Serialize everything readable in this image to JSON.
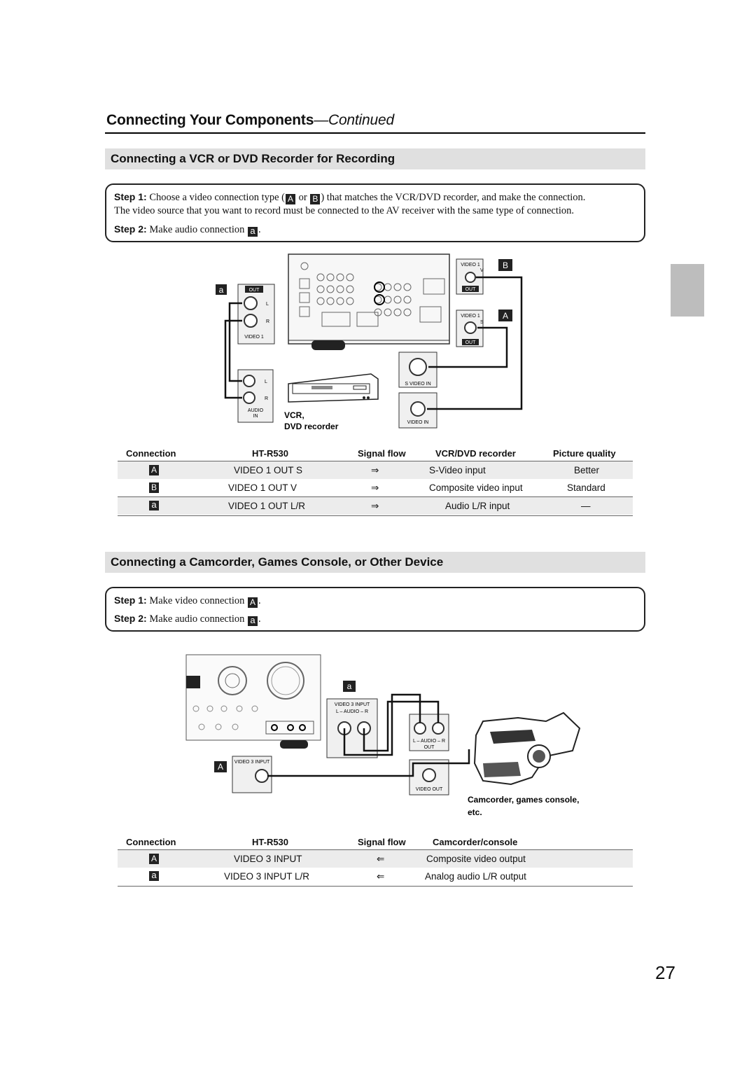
{
  "page": {
    "heading_main": "Connecting Your Components",
    "heading_suffix": "—Continued",
    "page_number": "27"
  },
  "section1": {
    "title": "Connecting a VCR or DVD Recorder for Recording",
    "step1_label": "Step 1:",
    "step1_text_a": "Choose a video connection type (",
    "step1_or": "or",
    "step1_text_b": ") that matches the VCR/DVD recorder, and make the connection.",
    "step1_line2": "The video source that you want to record must be connected to the AV receiver with the same type of connection.",
    "step2_label": "Step 2:",
    "step2_text": "Make audio connection",
    "badge_A": "A",
    "badge_B": "B",
    "badge_a": "a",
    "diagram": {
      "video1": "VIDEO 1",
      "v": "V",
      "s": "S",
      "out": "OUT",
      "l": "L",
      "r": "R",
      "audio": "AUDIO",
      "in": "IN",
      "s_video_in": "S VIDEO IN",
      "video_in": "VIDEO IN",
      "device_line1": "VCR,",
      "device_line2": "DVD recorder"
    },
    "table": {
      "headers": [
        "Connection",
        "HT-R530",
        "Signal flow",
        "VCR/DVD recorder",
        "Picture quality"
      ],
      "rows": [
        {
          "badge": "A",
          "model": "VIDEO 1 OUT S",
          "flow": "⇒",
          "device": "S-Video input",
          "quality": "Better"
        },
        {
          "badge": "B",
          "model": "VIDEO 1 OUT V",
          "flow": "⇒",
          "device": "Composite video input",
          "quality": "Standard"
        },
        {
          "badge": "a",
          "model": "VIDEO 1 OUT L/R",
          "flow": "⇒",
          "device": "Audio L/R input",
          "quality": "—"
        }
      ]
    }
  },
  "section2": {
    "title": "Connecting a Camcorder, Games Console, or Other Device",
    "step1_label": "Step 1:",
    "step1_text": "Make video connection",
    "step2_label": "Step 2:",
    "step2_text": "Make audio connection",
    "badge_A": "A",
    "badge_a": "a",
    "diagram": {
      "video3_input": "VIDEO 3 INPUT",
      "l_audio_r": "L – AUDIO – R",
      "out": "OUT",
      "video_out": "VIDEO OUT",
      "device_line1": "Camcorder, games console,",
      "device_line2": "etc."
    },
    "table": {
      "headers": [
        "Connection",
        "HT-R530",
        "Signal flow",
        "Camcorder/console"
      ],
      "rows": [
        {
          "badge": "A",
          "model": "VIDEO 3 INPUT",
          "flow": "⇐",
          "device": "Composite video output"
        },
        {
          "badge": "a",
          "model": "VIDEO 3 INPUT L/R",
          "flow": "⇐",
          "device": "Analog audio L/R output"
        }
      ]
    }
  }
}
